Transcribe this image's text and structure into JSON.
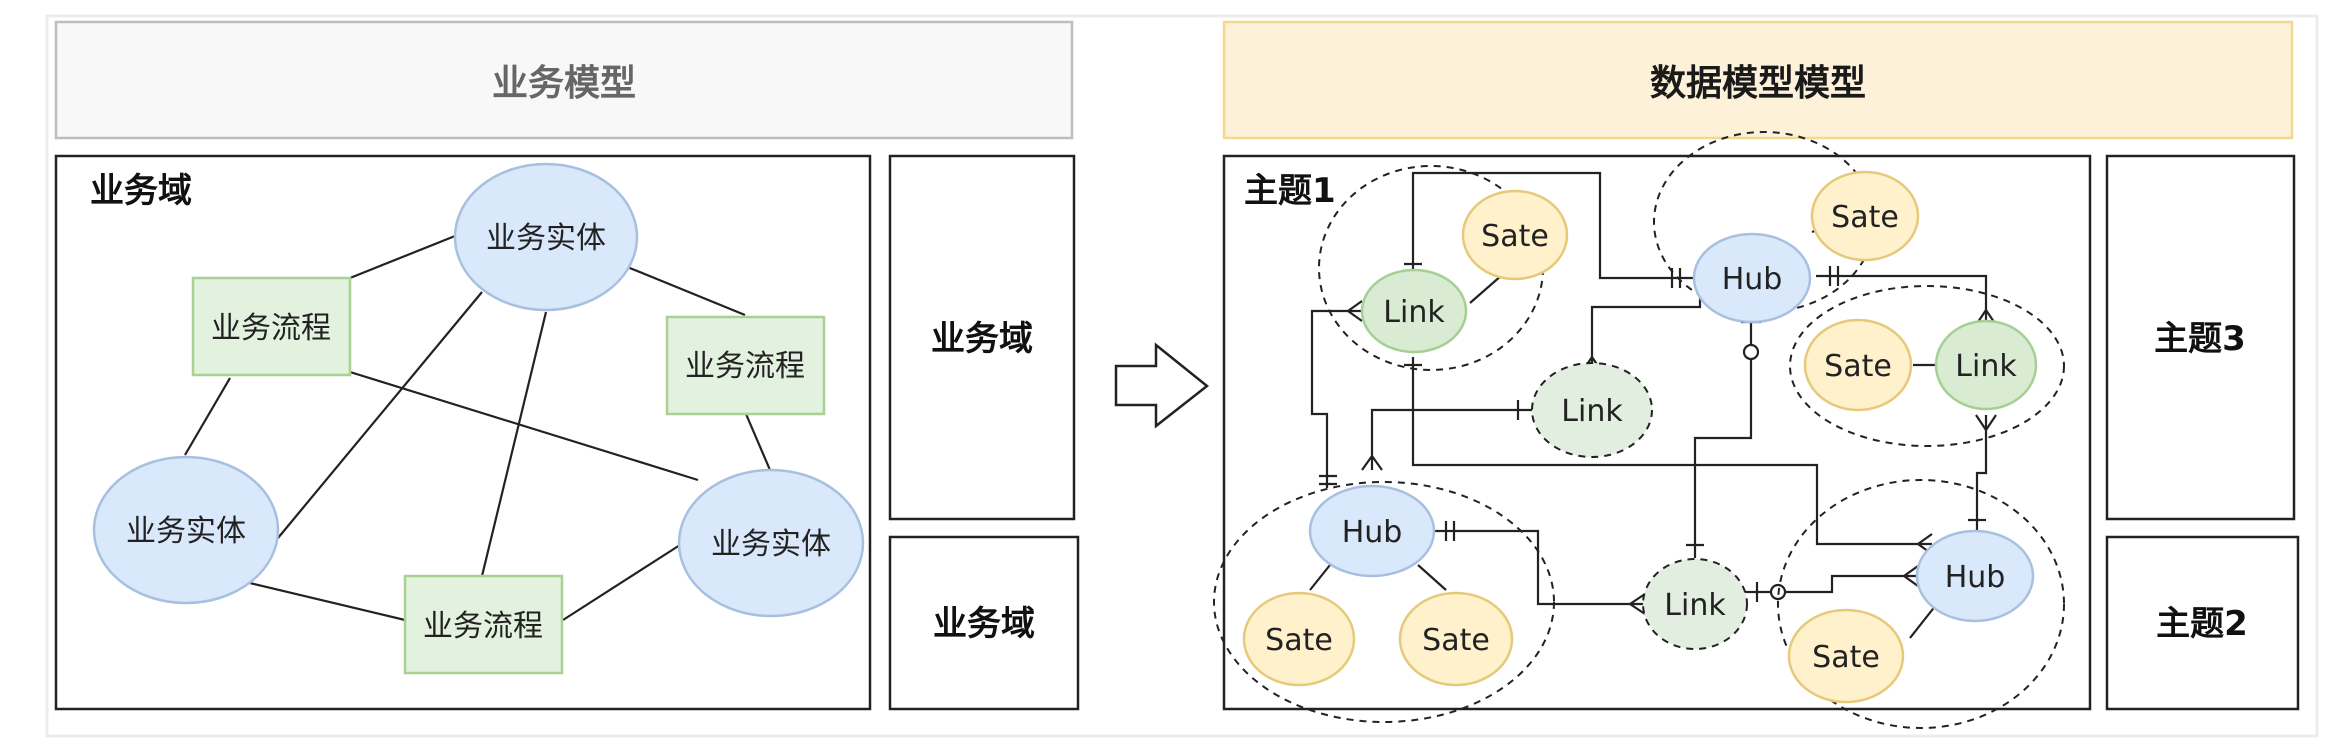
{
  "headers": {
    "left_title": "业务模型",
    "right_title": "数据模型模型"
  },
  "business_model": {
    "domain_label": "业务域",
    "entities": [
      "业务实体",
      "业务实体",
      "业务实体"
    ],
    "processes": [
      "业务流程",
      "业务流程",
      "业务流程"
    ],
    "side_domains": [
      "业务域",
      "业务域"
    ]
  },
  "data_model": {
    "topic1_label": "主题1",
    "hub_label": "Hub",
    "link_label": "Link",
    "sate_label": "Sate",
    "side_topics": [
      "主题3",
      "主题2"
    ]
  },
  "colors": {
    "header_left_bg": "#f8f8f8",
    "header_left_border": "#bdbdbd",
    "header_left_text": "#666666",
    "header_right_bg": "#fdf2d9",
    "header_right_border": "#f1d98e",
    "entity_fill": "#dae8fc",
    "entity_stroke": "#a8c0e0",
    "process_fill": "#e3f1df",
    "process_stroke": "#a9d193",
    "hub_fill": "#dae8fc",
    "link_fill": "#d9ecd3",
    "link_stroke": "#a6cf94",
    "sate_fill": "#fff1cc",
    "sate_stroke": "#e6c97a"
  }
}
